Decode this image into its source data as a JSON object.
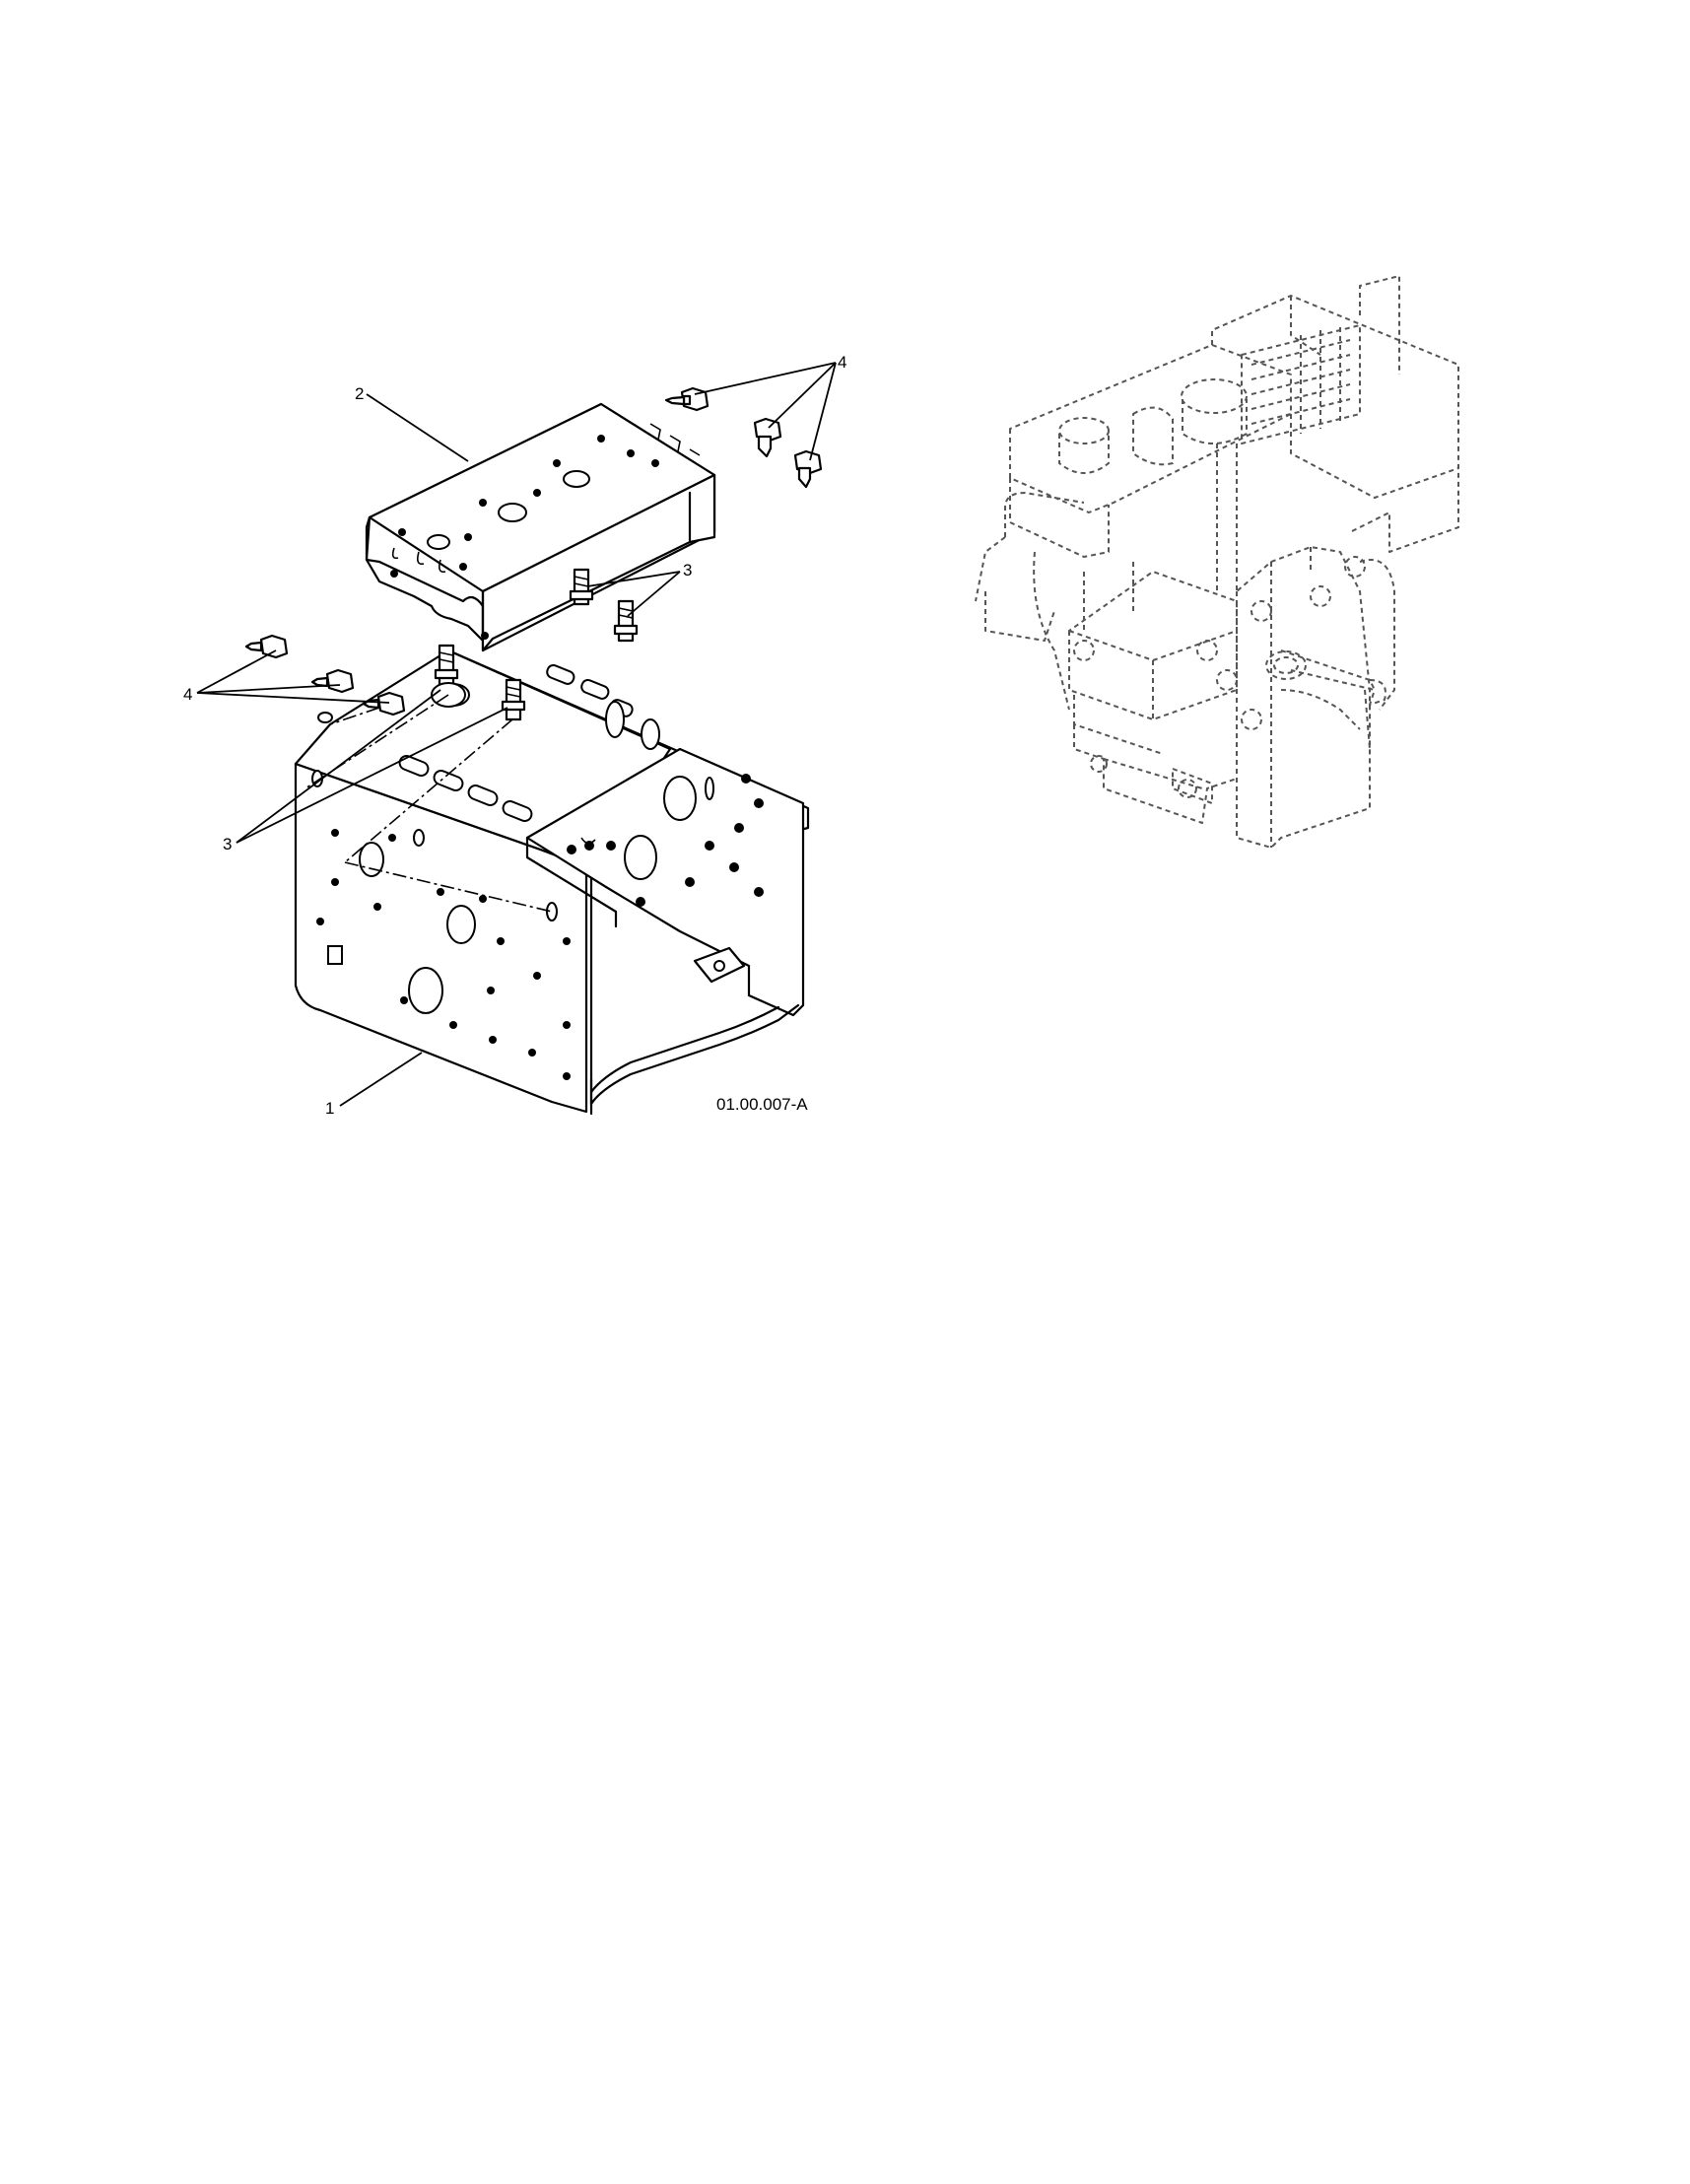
{
  "figure_id": "01.00.007-A",
  "callouts": {
    "c1": "1",
    "c2": "2",
    "c3a": "3",
    "c3b": "3",
    "c4a": "4",
    "c4b": "4"
  }
}
